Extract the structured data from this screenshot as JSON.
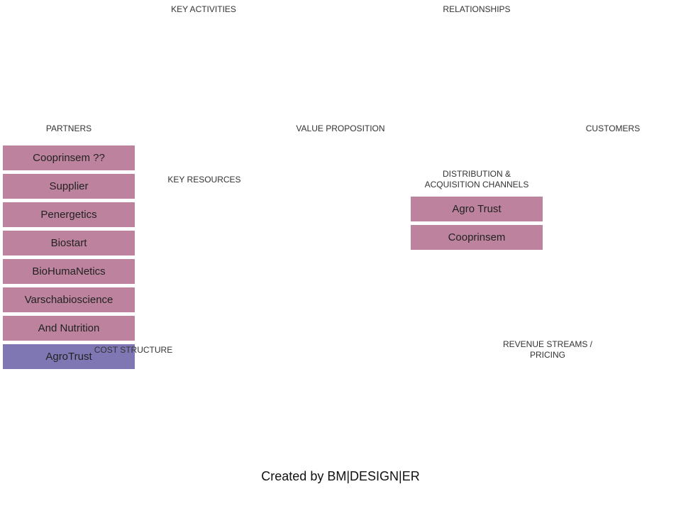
{
  "sections": {
    "key_activities": "KEY ACTIVITIES",
    "relationships": "RELATIONSHIPS",
    "partners": "PARTNERS",
    "value_proposition": "VALUE PROPOSITION",
    "customers": "CUSTOMERS",
    "key_resources": "KEY RESOURCES",
    "distribution_line1": "DISTRIBUTION  &",
    "distribution_line2": "ACQUISITION  CHANNELS",
    "cost_structure": "COST  STRUCTURE",
    "revenue_line1": "REVENUE STREAMS /",
    "revenue_line2": "PRICING"
  },
  "partner_notes": [
    {
      "label": "Cooprinsem ??",
      "color": "#bd839e"
    },
    {
      "label": "Supplier",
      "color": "#bd839e"
    },
    {
      "label": "Penergetics",
      "color": "#bd839e"
    },
    {
      "label": "Biostart",
      "color": "#bd839e"
    },
    {
      "label": "BioHumaNetics",
      "color": "#bd839e"
    },
    {
      "label": "Varschabioscience",
      "color": "#bd839e"
    },
    {
      "label": "And Nutrition",
      "color": "#bd839e"
    },
    {
      "label": "AgroTrust",
      "color": "#7e77b4"
    }
  ],
  "channel_notes": [
    {
      "label": "Agro Trust",
      "color": "#bd839e"
    },
    {
      "label": "Cooprinsem",
      "color": "#bd839e"
    }
  ],
  "footer": "Created by BM|DESIGN|ER"
}
